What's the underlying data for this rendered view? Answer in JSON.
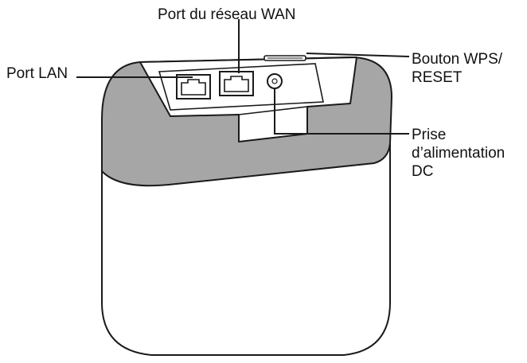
{
  "callouts": {
    "wan_port": "Port du réseau WAN",
    "lan_port": "Port LAN",
    "wps_reset": [
      "Bouton WPS/",
      "RESET"
    ],
    "dc_power": [
      "Prise",
      "d’alimentation",
      "DC"
    ]
  },
  "colors": {
    "outline": "#1a1a1a",
    "top_band": "#a6a6a6",
    "body": "#ffffff",
    "port_fill": "#ffffff"
  }
}
